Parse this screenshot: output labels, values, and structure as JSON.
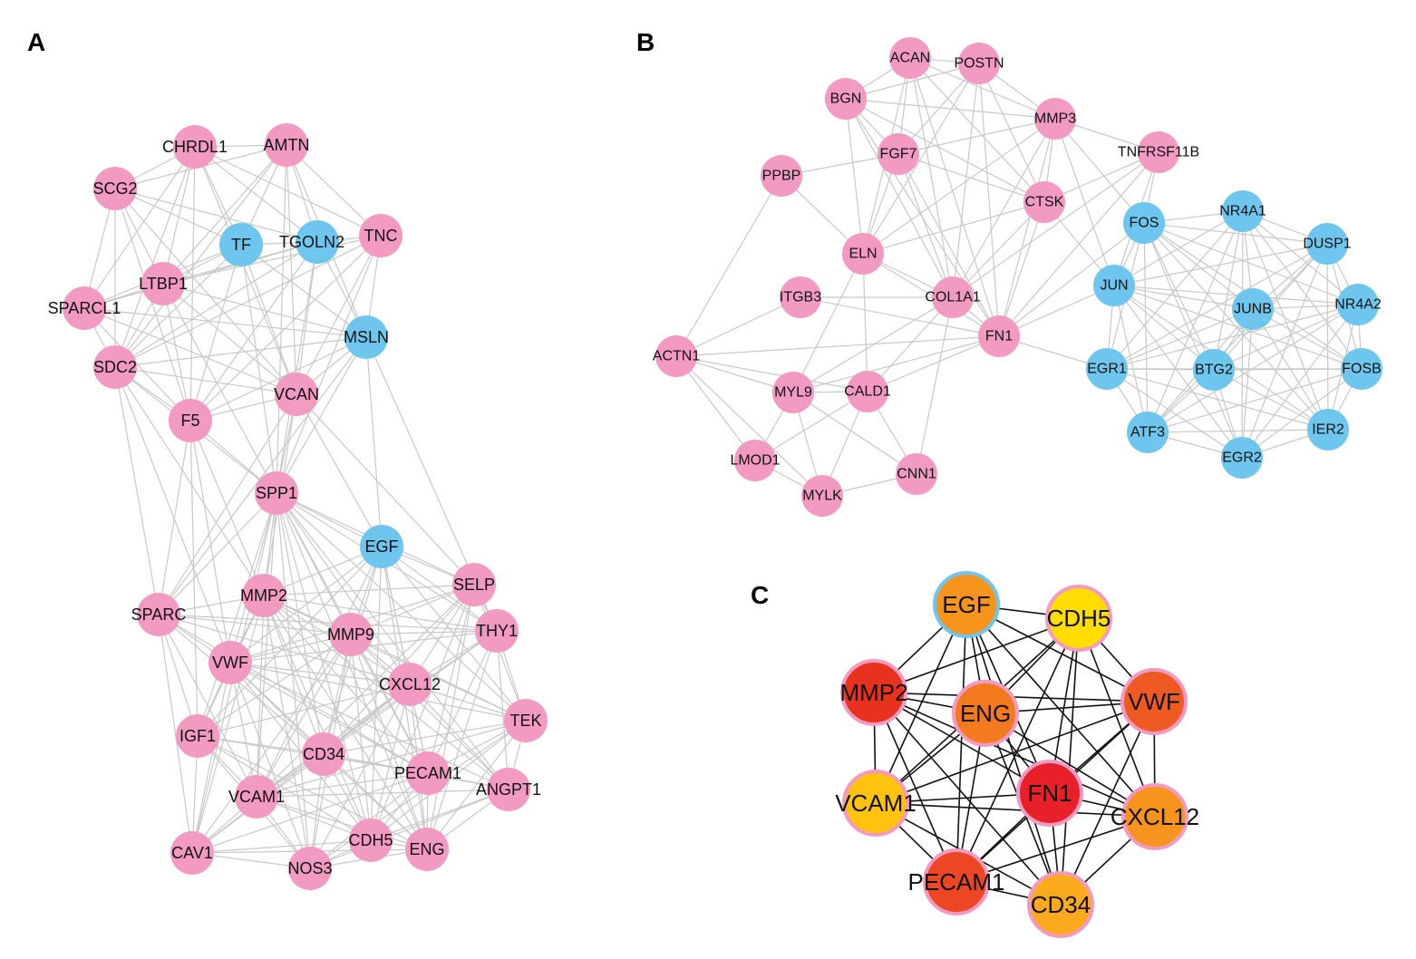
{
  "panels": [
    {
      "label": "A",
      "nodes": [
        {
          "id": "CHRDL1",
          "type": "pink"
        },
        {
          "id": "AMTN",
          "type": "pink"
        },
        {
          "id": "SCG2",
          "type": "pink"
        },
        {
          "id": "TF",
          "type": "blue"
        },
        {
          "id": "TGOLN2",
          "type": "blue"
        },
        {
          "id": "TNC",
          "type": "pink"
        },
        {
          "id": "LTBP1",
          "type": "pink"
        },
        {
          "id": "SPARCL1",
          "type": "pink"
        },
        {
          "id": "MSLN",
          "type": "blue"
        },
        {
          "id": "SDC2",
          "type": "pink"
        },
        {
          "id": "VCAN",
          "type": "pink"
        },
        {
          "id": "F5",
          "type": "pink"
        },
        {
          "id": "SPP1",
          "type": "pink"
        },
        {
          "id": "EGF",
          "type": "blue"
        },
        {
          "id": "SELP",
          "type": "pink"
        },
        {
          "id": "SPARC",
          "type": "pink"
        },
        {
          "id": "MMP2",
          "type": "pink"
        },
        {
          "id": "MMP9",
          "type": "pink"
        },
        {
          "id": "THY1",
          "type": "pink"
        },
        {
          "id": "VWF",
          "type": "pink"
        },
        {
          "id": "CXCL12",
          "type": "pink"
        },
        {
          "id": "TEK",
          "type": "pink"
        },
        {
          "id": "IGF1",
          "type": "pink"
        },
        {
          "id": "CD34",
          "type": "pink"
        },
        {
          "id": "PECAM1",
          "type": "pink"
        },
        {
          "id": "ANGPT1",
          "type": "pink"
        },
        {
          "id": "VCAM1",
          "type": "pink"
        },
        {
          "id": "CAV1",
          "type": "pink"
        },
        {
          "id": "CDH5",
          "type": "pink"
        },
        {
          "id": "ENG",
          "type": "pink"
        },
        {
          "id": "NOS3",
          "type": "pink"
        }
      ]
    },
    {
      "label": "B",
      "nodes": [
        {
          "id": "ACAN",
          "type": "pink"
        },
        {
          "id": "POSTN",
          "type": "pink"
        },
        {
          "id": "BGN",
          "type": "pink"
        },
        {
          "id": "MMP3",
          "type": "pink"
        },
        {
          "id": "FGF7",
          "type": "pink"
        },
        {
          "id": "TNFRSF11B",
          "type": "pink"
        },
        {
          "id": "PPBP",
          "type": "pink"
        },
        {
          "id": "CTSK",
          "type": "pink"
        },
        {
          "id": "FOS",
          "type": "blue"
        },
        {
          "id": "NR4A1",
          "type": "blue"
        },
        {
          "id": "DUSP1",
          "type": "blue"
        },
        {
          "id": "ELN",
          "type": "pink"
        },
        {
          "id": "JUN",
          "type": "blue"
        },
        {
          "id": "ITGB3",
          "type": "pink"
        },
        {
          "id": "COL1A1",
          "type": "pink"
        },
        {
          "id": "JUNB",
          "type": "blue"
        },
        {
          "id": "NR4A2",
          "type": "blue"
        },
        {
          "id": "FN1",
          "type": "pink"
        },
        {
          "id": "ACTN1",
          "type": "pink"
        },
        {
          "id": "EGR1",
          "type": "blue"
        },
        {
          "id": "BTG2",
          "type": "blue"
        },
        {
          "id": "FOSB",
          "type": "blue"
        },
        {
          "id": "MYL9",
          "type": "pink"
        },
        {
          "id": "CALD1",
          "type": "pink"
        },
        {
          "id": "ATF3",
          "type": "blue"
        },
        {
          "id": "IER2",
          "type": "blue"
        },
        {
          "id": "EGR2",
          "type": "blue"
        },
        {
          "id": "LMOD1",
          "type": "pink"
        },
        {
          "id": "CNN1",
          "type": "pink"
        },
        {
          "id": "MYLK",
          "type": "pink"
        }
      ]
    },
    {
      "label": "C",
      "nodes": [
        {
          "id": "EGF",
          "fill": "#F7941D",
          "ring": "#6EC6EE"
        },
        {
          "id": "CDH5",
          "fill": "#FFDD00",
          "ring": "#F29AC2"
        },
        {
          "id": "MMP2",
          "fill": "#E8321E",
          "ring": "#F29AC2"
        },
        {
          "id": "ENG",
          "fill": "#F47A20",
          "ring": "#F29AC2"
        },
        {
          "id": "VWF",
          "fill": "#EF5A22",
          "ring": "#F29AC2"
        },
        {
          "id": "VCAM1",
          "fill": "#FFC20E",
          "ring": "#F29AC2"
        },
        {
          "id": "FN1",
          "fill": "#E8202A",
          "ring": "#F29AC2"
        },
        {
          "id": "CXCL12",
          "fill": "#F7941D",
          "ring": "#F29AC2"
        },
        {
          "id": "PECAM1",
          "fill": "#EC4624",
          "ring": "#F29AC2"
        },
        {
          "id": "CD34",
          "fill": "#FBAA1E",
          "ring": "#F29AC2"
        }
      ]
    }
  ],
  "colors": {
    "pink": "#F29AC2",
    "blue": "#6EC6EE",
    "edge": "#c8c8c8",
    "edge_dark": "#111111"
  }
}
